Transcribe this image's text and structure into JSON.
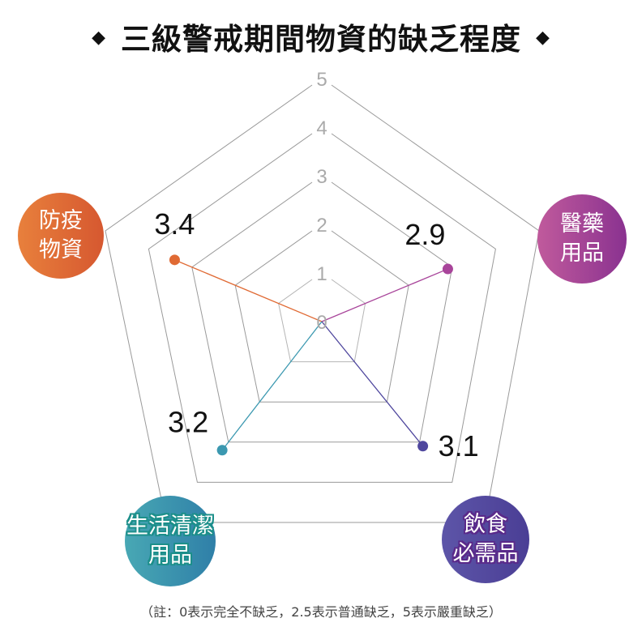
{
  "title": {
    "text": "三級警戒期間物資的缺乏程度",
    "left_ornament": "◆",
    "right_ornament": "◆"
  },
  "footnote": "（註：0表示完全不缺乏，2.5表示普通缺乏，5表示嚴重缺乏）",
  "categories": [
    {
      "id": "epidemic",
      "line1": "防疫",
      "line2": "物資",
      "value_label": "3.4",
      "color": "#e06a34"
    },
    {
      "id": "medical",
      "line1": "醫藥",
      "line2": "用品",
      "value_label": "2.9",
      "color": "#a8449a"
    },
    {
      "id": "food",
      "line1": "飲食",
      "line2": "必需品",
      "value_label": "3.1",
      "color": "#4f479e"
    },
    {
      "id": "cleaning",
      "line1": "生活清潔",
      "line2": "用品",
      "value_label": "3.2",
      "color": "#3b98b0"
    }
  ],
  "ticks": [
    "0",
    "1",
    "2",
    "3",
    "4",
    "5"
  ],
  "chart_data": {
    "type": "radar",
    "title": "三級警戒期間物資的缺乏程度",
    "axes": [
      "防疫物資",
      "醫藥用品",
      "飲食必需品",
      "生活清潔用品"
    ],
    "values": [
      3.4,
      2.9,
      3.1,
      3.2
    ],
    "range": [
      0,
      5
    ],
    "ring_ticks": [
      0,
      1,
      2,
      3,
      4,
      5
    ],
    "grid": true,
    "note": "0表示完全不缺乏，2.5表示普通缺乏，5表示嚴重缺乏",
    "series_colors": {
      "防疫物資": "#e06a34",
      "醫藥用品": "#a8449a",
      "飲食必需品": "#4f479e",
      "生活清潔用品": "#3b98b0"
    }
  }
}
